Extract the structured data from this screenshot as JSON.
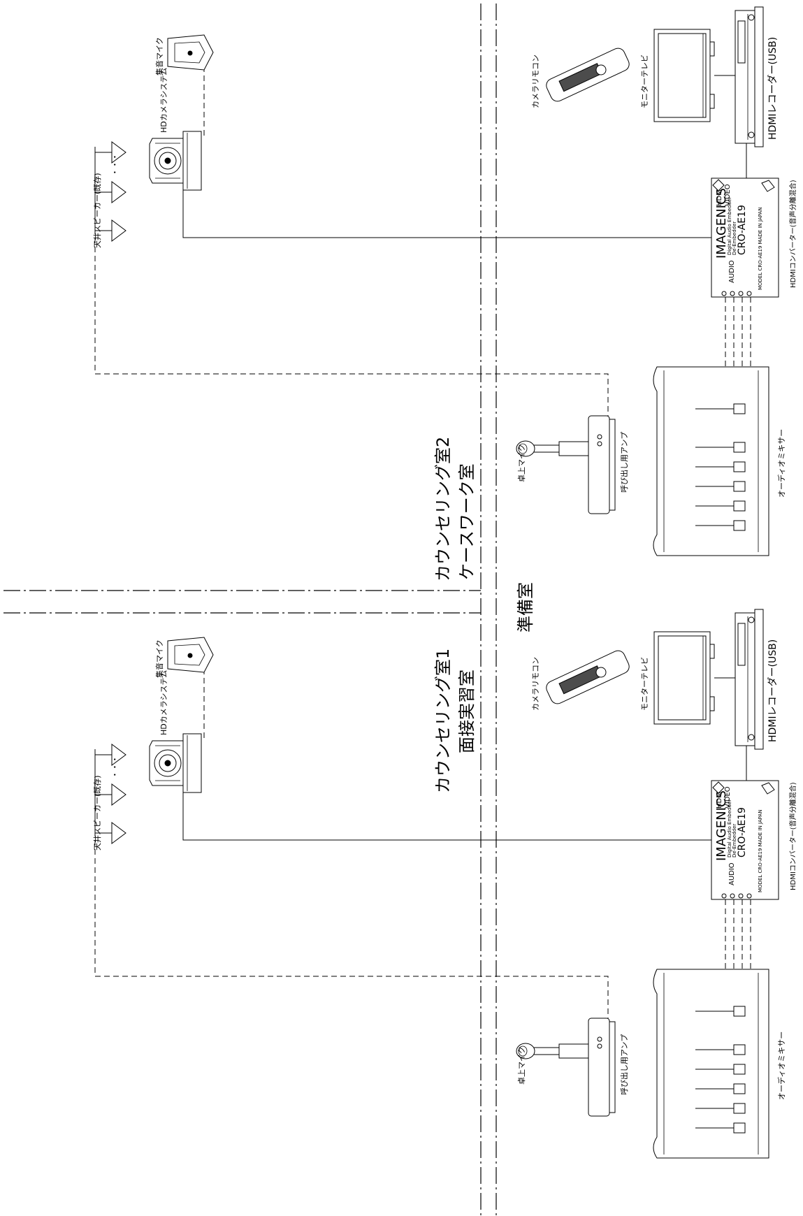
{
  "rooms": {
    "room2": {
      "line1": "カウンセリング室2",
      "line2": "ケースワーク室"
    },
    "room1": {
      "line1": "カウンセリング室1",
      "line2": "面接実習室"
    },
    "prep": "準備室"
  },
  "labels": {
    "ceiling_speaker": "天井スピーカー(既存)",
    "speaker_dots": "・・・",
    "hd_camera": "HDカメラシステム",
    "collect_mic": "集音マイク",
    "camera_remote": "カメラリモコン",
    "monitor_tv": "モニターテレビ",
    "hdmi_recorder": "HDMIレコーダー(USB)",
    "hdmi_converter": "HDMIコンバーター(音声分離混合)",
    "desk_mic": "卓上マイク",
    "call_amp": "呼び出し用アンプ",
    "audio_mixer": "オーディオミキサー"
  },
  "converter_panel": {
    "brand": "IMAGENICS",
    "model": "CRO-AE19",
    "desc1": "Digital Audio Embedder",
    "desc2": "De-Embedder",
    "audio": "AUDIO",
    "hdmi_logo": "HDMI",
    "video_logo": "VIDEO",
    "made_in": "MODEL CRO-AE19 MADE IN JAPAN"
  },
  "colors": {
    "line": "#000000",
    "background": "#ffffff"
  }
}
